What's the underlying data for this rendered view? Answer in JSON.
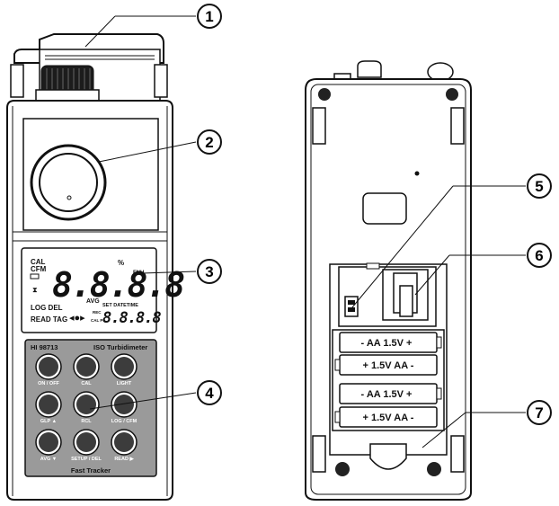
{
  "callouts": [
    "1",
    "2",
    "3",
    "4",
    "5",
    "6",
    "7"
  ],
  "lcd": {
    "cal": "CAL",
    "cfm": "CFM",
    "percent": "%",
    "main_digits": "8.8.8.8",
    "unit": "FNU",
    "avg": "AVG",
    "log_del": "LOG DEL",
    "read_tag": "READ TAG",
    "set_datetime": "SET DATETIME",
    "rec": "REC",
    "cal_p": "CAL P",
    "small_digits": "8.8.8.8"
  },
  "panel": {
    "model": "HI 98713",
    "name": "ISO Turbidimeter",
    "footer": "Fast Tracker"
  },
  "keys": [
    "ON / OFF",
    "CAL",
    "LIGHT",
    "GLP ▲",
    "RCL",
    "LOG / CFM",
    "AVG ▼",
    "SETUP / DEL",
    "READ ▶"
  ],
  "batteries": [
    "- AA 1.5V +",
    "+ 1.5V AA -",
    "- AA 1.5V +",
    "+ 1.5V AA -"
  ]
}
